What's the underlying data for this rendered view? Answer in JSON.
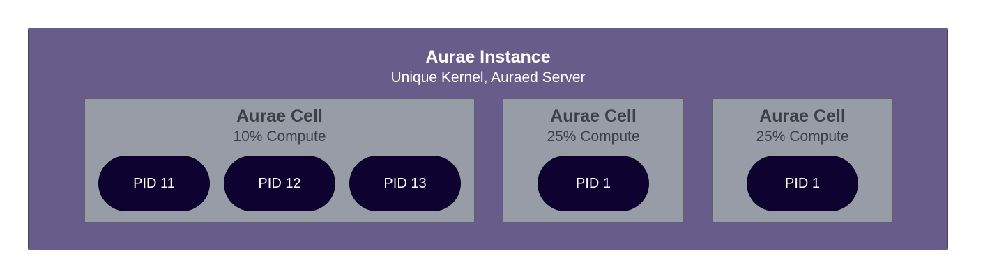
{
  "instance": {
    "title": "Aurae Instance",
    "subtitle": "Unique Kernel, Auraed Server",
    "color": "#675c8a"
  },
  "cells": [
    {
      "title": "Aurae Cell",
      "subtitle": "10% Compute",
      "pids": [
        "PID 11",
        "PID 12",
        "PID 13"
      ]
    },
    {
      "title": "Aurae Cell",
      "subtitle": "25% Compute",
      "pids": [
        "PID 1"
      ]
    },
    {
      "title": "Aurae Cell",
      "subtitle": "25% Compute",
      "pids": [
        "PID 1"
      ]
    }
  ],
  "colors": {
    "cell": "#979ca6",
    "pid": "#0d0230"
  }
}
